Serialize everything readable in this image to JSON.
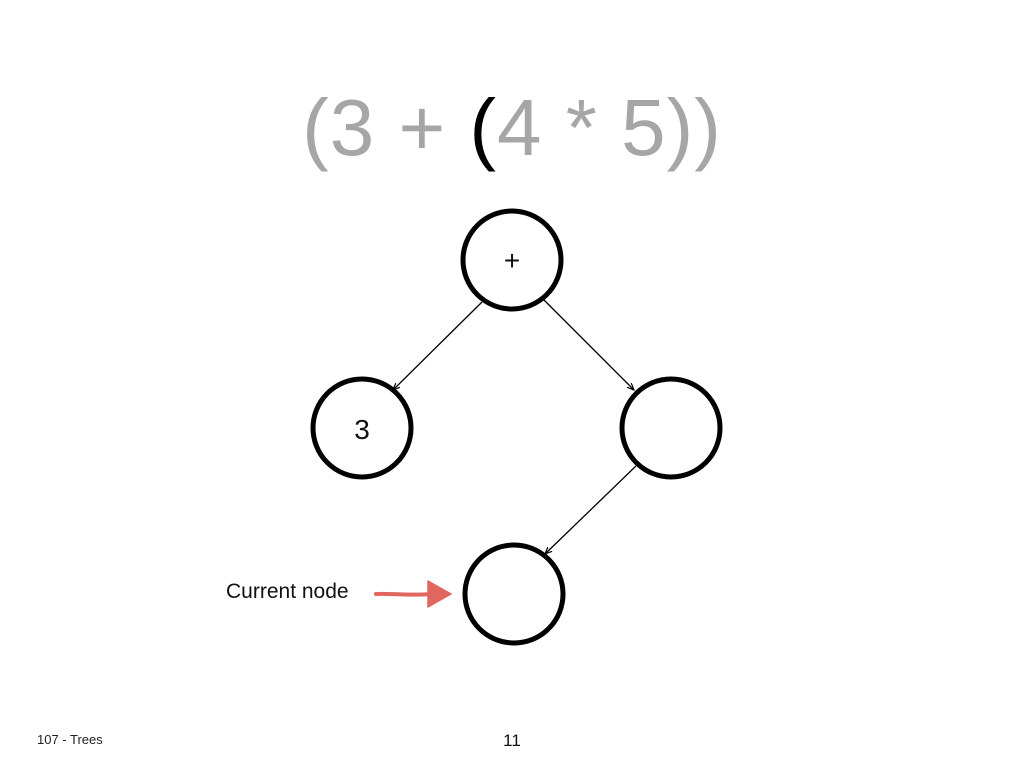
{
  "expression": {
    "prefix": "(3 + ",
    "current": "(",
    "suffix": "4 * 5))"
  },
  "tree": {
    "root": {
      "label": "+"
    },
    "left_child": {
      "label": "3"
    },
    "right_child": {
      "label": ""
    },
    "right_left_child": {
      "label": ""
    }
  },
  "callout": {
    "label": "Current node",
    "arrow_color": "#e0665f"
  },
  "footer": {
    "left_text": "107 - Trees",
    "page_number": "11"
  }
}
